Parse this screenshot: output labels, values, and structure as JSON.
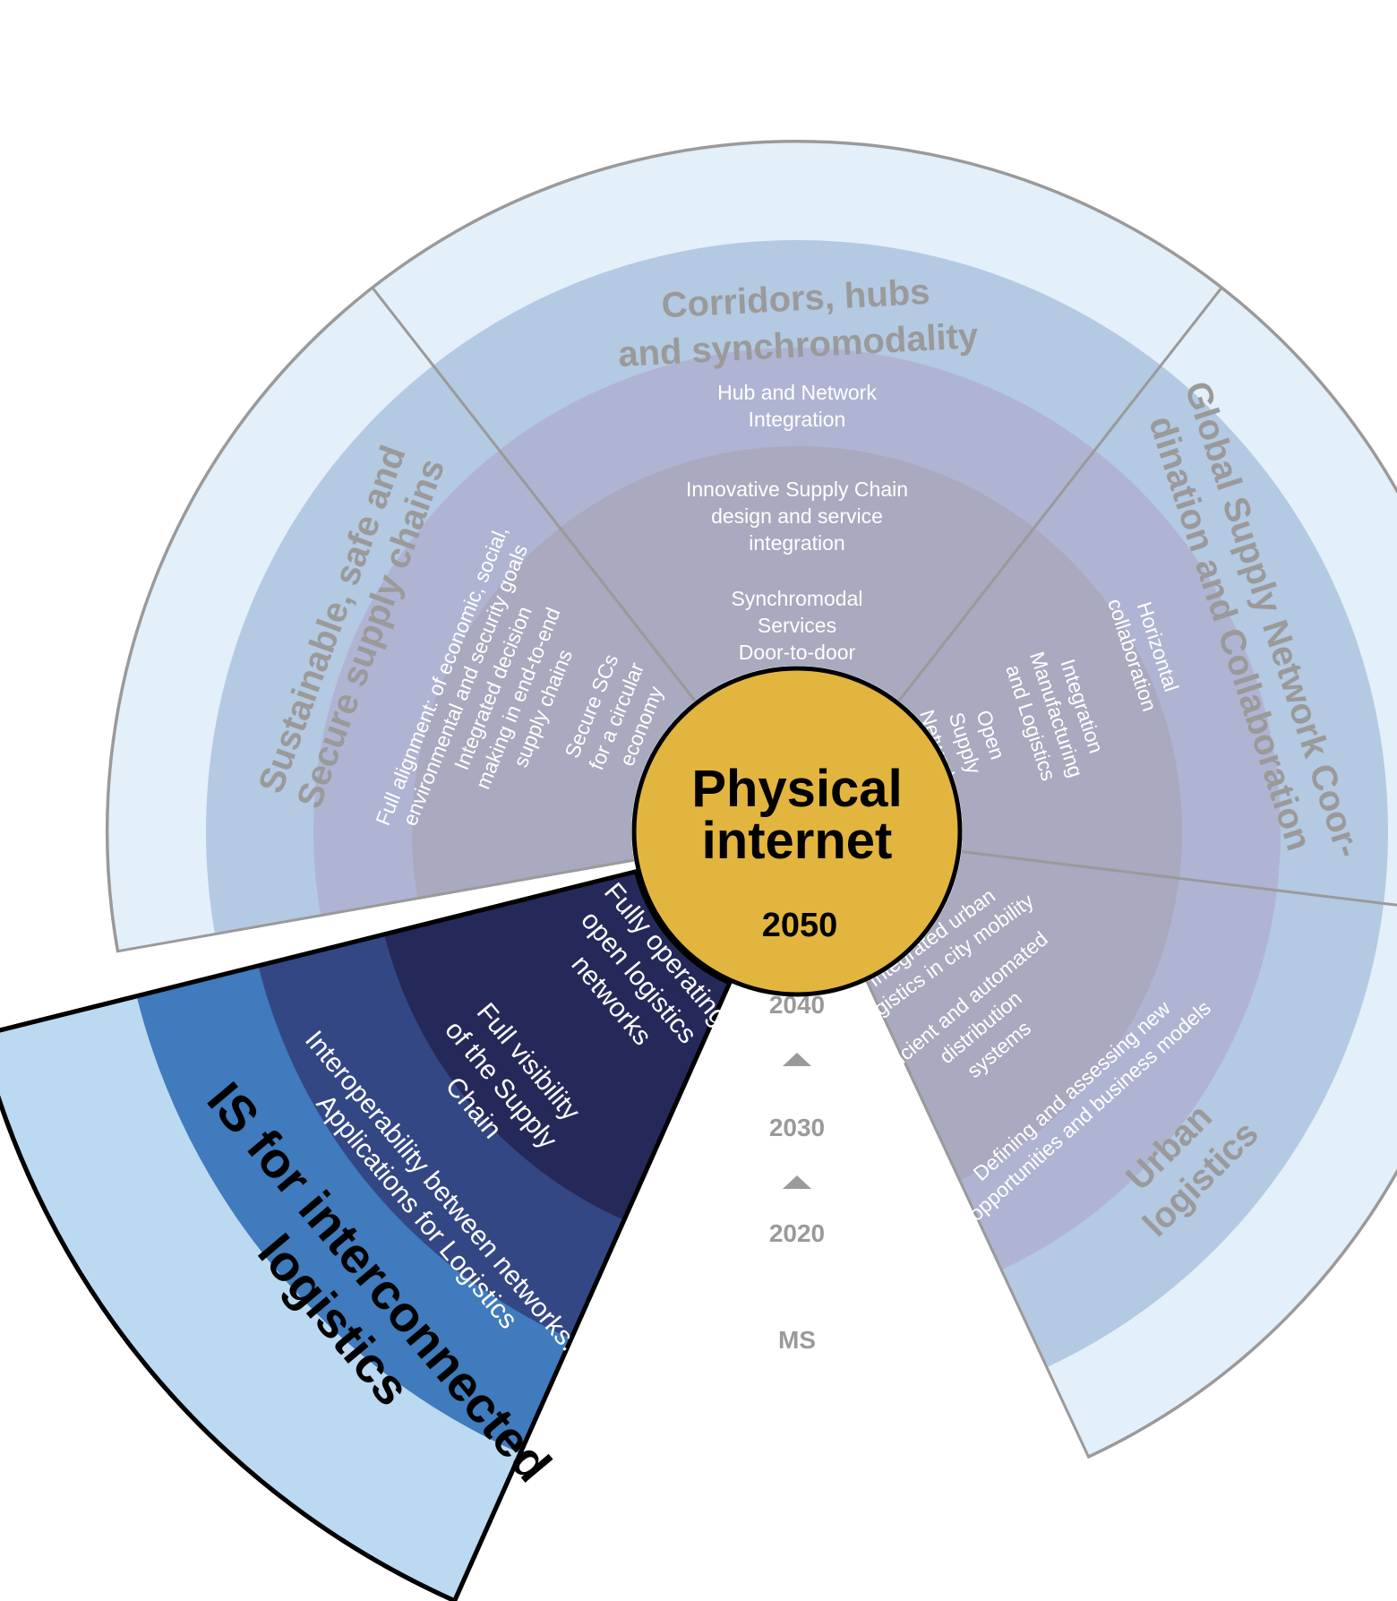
{
  "hub": {
    "title_line1": "Physical",
    "title_line2": "internet",
    "year": "2050",
    "color": "#e2b53f"
  },
  "timeline": {
    "labels": [
      "2040",
      "2030",
      "2020",
      "MS"
    ]
  },
  "colors": {
    "ring_outer": "#e3eff9",
    "ring_2": "#b4c9e2",
    "ring_3": "#b0b4d3",
    "ring_4": "#a9a9bf",
    "divider": "#9a9a9a",
    "active_outer": "#bcd9f2",
    "active_2": "#3f7bbd",
    "active_3": "#344785",
    "active_4": "#25295a"
  },
  "sectors": [
    {
      "title_lines": [
        "Sustainable, safe and",
        "Secure supply chains"
      ],
      "goals": [
        [
          "Full alignment: of economic, social,",
          "environmental and security goals"
        ],
        [
          "Integrated decision",
          "making in end-to-end",
          "supply chains"
        ],
        [
          "Secure SCs",
          "for a circular",
          "economy"
        ]
      ]
    },
    {
      "title_lines": [
        "Corridors, hubs",
        "and synchromodality"
      ],
      "goals": [
        [
          "Hub and Network",
          "Integration"
        ],
        [
          "Innovative Supply Chain",
          "design and service",
          "integration"
        ],
        [
          "Synchromodal",
          "Services",
          "Door-to-door"
        ]
      ]
    },
    {
      "title_lines": [
        "Global Supply Network Coor-",
        "dination and Collaboration"
      ],
      "goals": [
        [
          "Horizontal",
          "collaboration"
        ],
        [
          "Integration",
          "Manufacturing",
          "and Logistics"
        ],
        [
          "Open",
          "Supply",
          "Networks"
        ]
      ]
    },
    {
      "title_lines": [
        "Urban",
        "logistics"
      ],
      "goals": [
        [
          "Defining and assessing new",
          "opportunities and business models"
        ],
        [
          "Efficient and automated",
          "distribution",
          "systems"
        ],
        [
          "Integrated urban",
          "logistics in city mobility"
        ]
      ]
    },
    {
      "title_lines": [
        "IS for interconnected",
        "logistics"
      ],
      "goals": [
        [
          "Interoperability between networks.",
          "Applications for Logistics"
        ],
        [
          "Full visibility",
          "of the Supply",
          "Chain"
        ],
        [
          "Fully operating",
          "open logistics",
          "networks"
        ]
      ]
    }
  ]
}
